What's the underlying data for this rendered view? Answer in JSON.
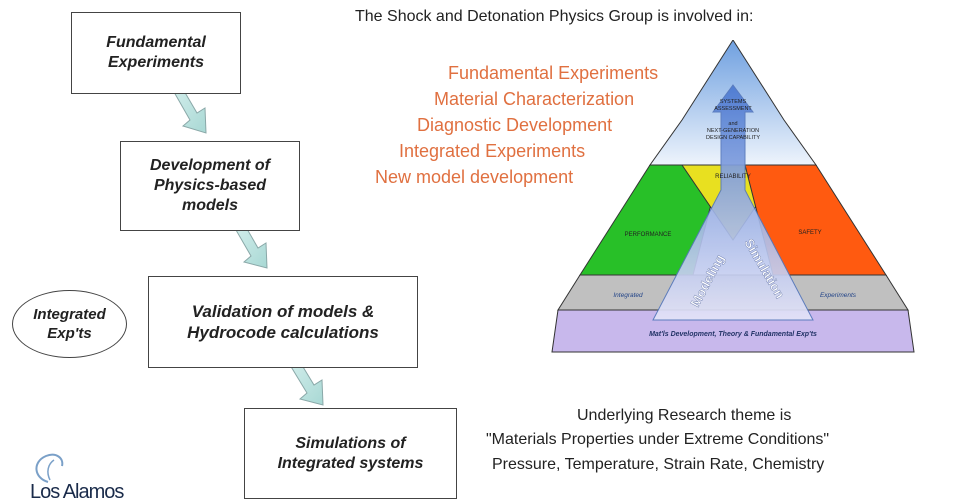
{
  "heading": "The Shock and Detonation Physics Group is involved in:",
  "flow": {
    "box1": "Fundamental\nExperiments",
    "box2": "Development of\nPhysics-based\nmodels",
    "box3": "Validation of models &\nHydrocode calculations",
    "box4": "Simulations of\nIntegrated systems",
    "oval": "Integrated\nExp'ts"
  },
  "activities": [
    "Fundamental Experiments",
    "Material Characterization",
    "Diagnostic Development",
    "Integrated Experiments",
    "New model development"
  ],
  "pyramid": {
    "top_lines": [
      "SYSTEMS",
      "ASSESSMENT",
      "and",
      "NEXT-GENERATION",
      "DESIGN CAPABILITY"
    ],
    "reliability": "RELIABILITY",
    "performance": "PERFORMANCE",
    "safety": "SAFETY",
    "integrated": "Integrated",
    "experiments": "Experiments",
    "base": "Mat'ls Development, Theory & Fundamental Exp'ts",
    "modeling": "Modeling",
    "simulation": "Simulation",
    "colors": {
      "top": "#d8e6f6",
      "reliability": "#e8e020",
      "performance": "#28c028",
      "safety": "#ff5a10",
      "band": "#c0c0c0",
      "base": "#c8b8ec",
      "arrow": "#6a90d8"
    }
  },
  "theme": {
    "line1": "Underlying Research theme is",
    "line2": "\"Materials Properties under Extreme Conditions\"",
    "line3": "Pressure, Temperature, Strain Rate, Chemistry"
  },
  "logo": {
    "text": "Los Alamos"
  }
}
